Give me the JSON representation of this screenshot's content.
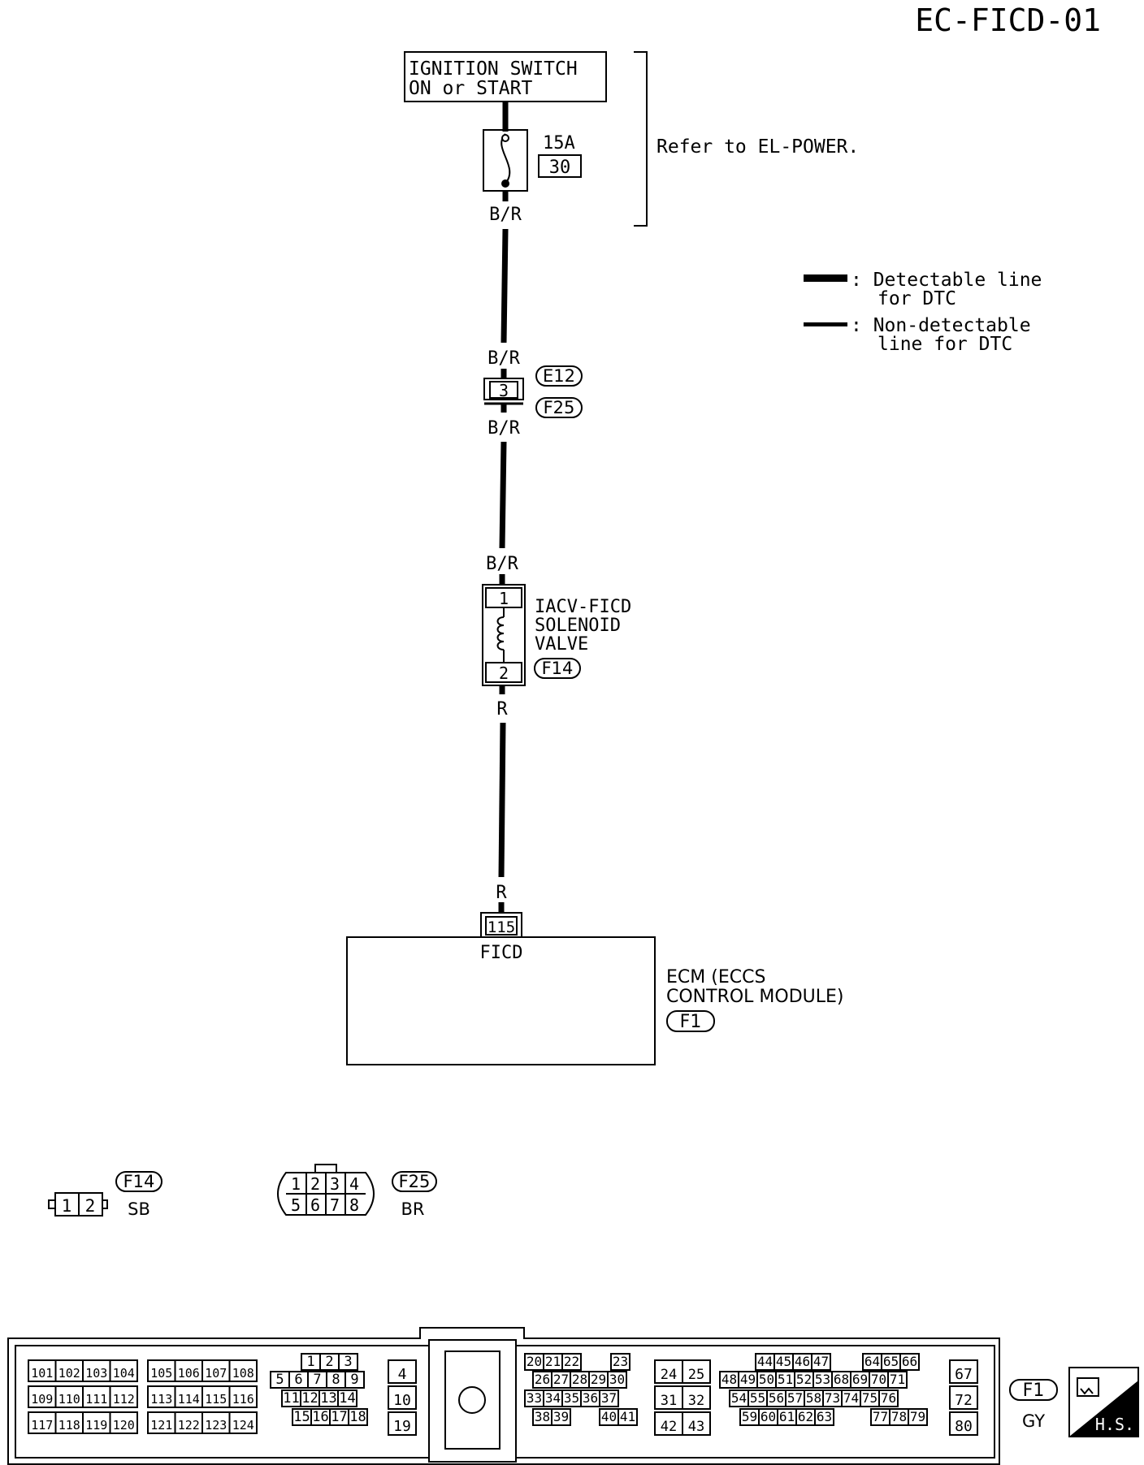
{
  "header": {
    "code": "EC-FICD-01"
  },
  "ignition": {
    "line1": "IGNITION SWITCH",
    "line2": "ON or START"
  },
  "fuse": {
    "rating": "15A",
    "number": "30"
  },
  "refer": {
    "text": "Refer to EL-POWER."
  },
  "legend": {
    "detectable_1": ": Detectable line",
    "detectable_2": "for DTC",
    "nondetectable_1": ": Non-detectable",
    "nondetectable_2": "line for DTC"
  },
  "wires": {
    "br_1": "B/R",
    "br_2": "B/R",
    "br_3": "B/R",
    "br_4": "B/R",
    "r_1": "R",
    "r_2": "R"
  },
  "joint": {
    "pin": "3",
    "conn_top": "E12",
    "conn_bottom": "F25"
  },
  "solenoid": {
    "pin1": "1",
    "pin2": "2",
    "line1": "IACV-FICD",
    "line2": "SOLENOID",
    "line3": "VALVE",
    "conn": "F14"
  },
  "ecm": {
    "pin": "115",
    "terminal": "FICD",
    "line1": "ECM (ECCS",
    "line2": "CONTROL MODULE)",
    "conn": "F1"
  },
  "connector_f14": {
    "id": "F14",
    "color": "SB",
    "pins": [
      "1",
      "2"
    ]
  },
  "connector_f25": {
    "id": "F25",
    "color": "BR",
    "row1": [
      "1",
      "2",
      "3",
      "4"
    ],
    "row2": [
      "5",
      "6",
      "7",
      "8"
    ]
  },
  "connector_f1": {
    "id": "F1",
    "color": "GY",
    "g1": [
      [
        "101",
        "102",
        "103",
        "104"
      ],
      [
        "109",
        "110",
        "111",
        "112"
      ],
      [
        "117",
        "118",
        "119",
        "120"
      ]
    ],
    "g2": [
      [
        "105",
        "106",
        "107",
        "108"
      ],
      [
        "113",
        "114",
        "115",
        "116"
      ],
      [
        "121",
        "122",
        "123",
        "124"
      ]
    ],
    "g3": [
      [
        "1",
        "2",
        "3"
      ],
      [
        "5",
        "6",
        "7",
        "8",
        "9"
      ],
      [
        "11",
        "12",
        "13",
        "14"
      ],
      [
        "15",
        "16",
        "17",
        "18"
      ]
    ],
    "g4": [
      "4",
      "10",
      "19"
    ],
    "g5": [
      [
        "20",
        "21",
        "22",
        "23"
      ],
      [
        "26",
        "27",
        "28",
        "29",
        "30"
      ],
      [
        "33",
        "34",
        "35",
        "36",
        "37"
      ],
      [
        "38",
        "39",
        "40",
        "41"
      ]
    ],
    "g6": [
      [
        "24",
        "25"
      ],
      [
        "31",
        "32"
      ],
      [
        "42",
        "43"
      ]
    ],
    "g7": [
      [
        "44",
        "45",
        "46",
        "47",
        "64",
        "65",
        "66"
      ],
      [
        "48",
        "49",
        "50",
        "51",
        "52",
        "53",
        "68",
        "69",
        "70",
        "71"
      ],
      [
        "54",
        "55",
        "56",
        "57",
        "58",
        "73",
        "74",
        "75",
        "76"
      ],
      [
        "59",
        "60",
        "61",
        "62",
        "63",
        "77",
        "78",
        "79"
      ]
    ],
    "g8": [
      "67",
      "72",
      "80"
    ]
  },
  "badge": {
    "text": "H.S."
  }
}
